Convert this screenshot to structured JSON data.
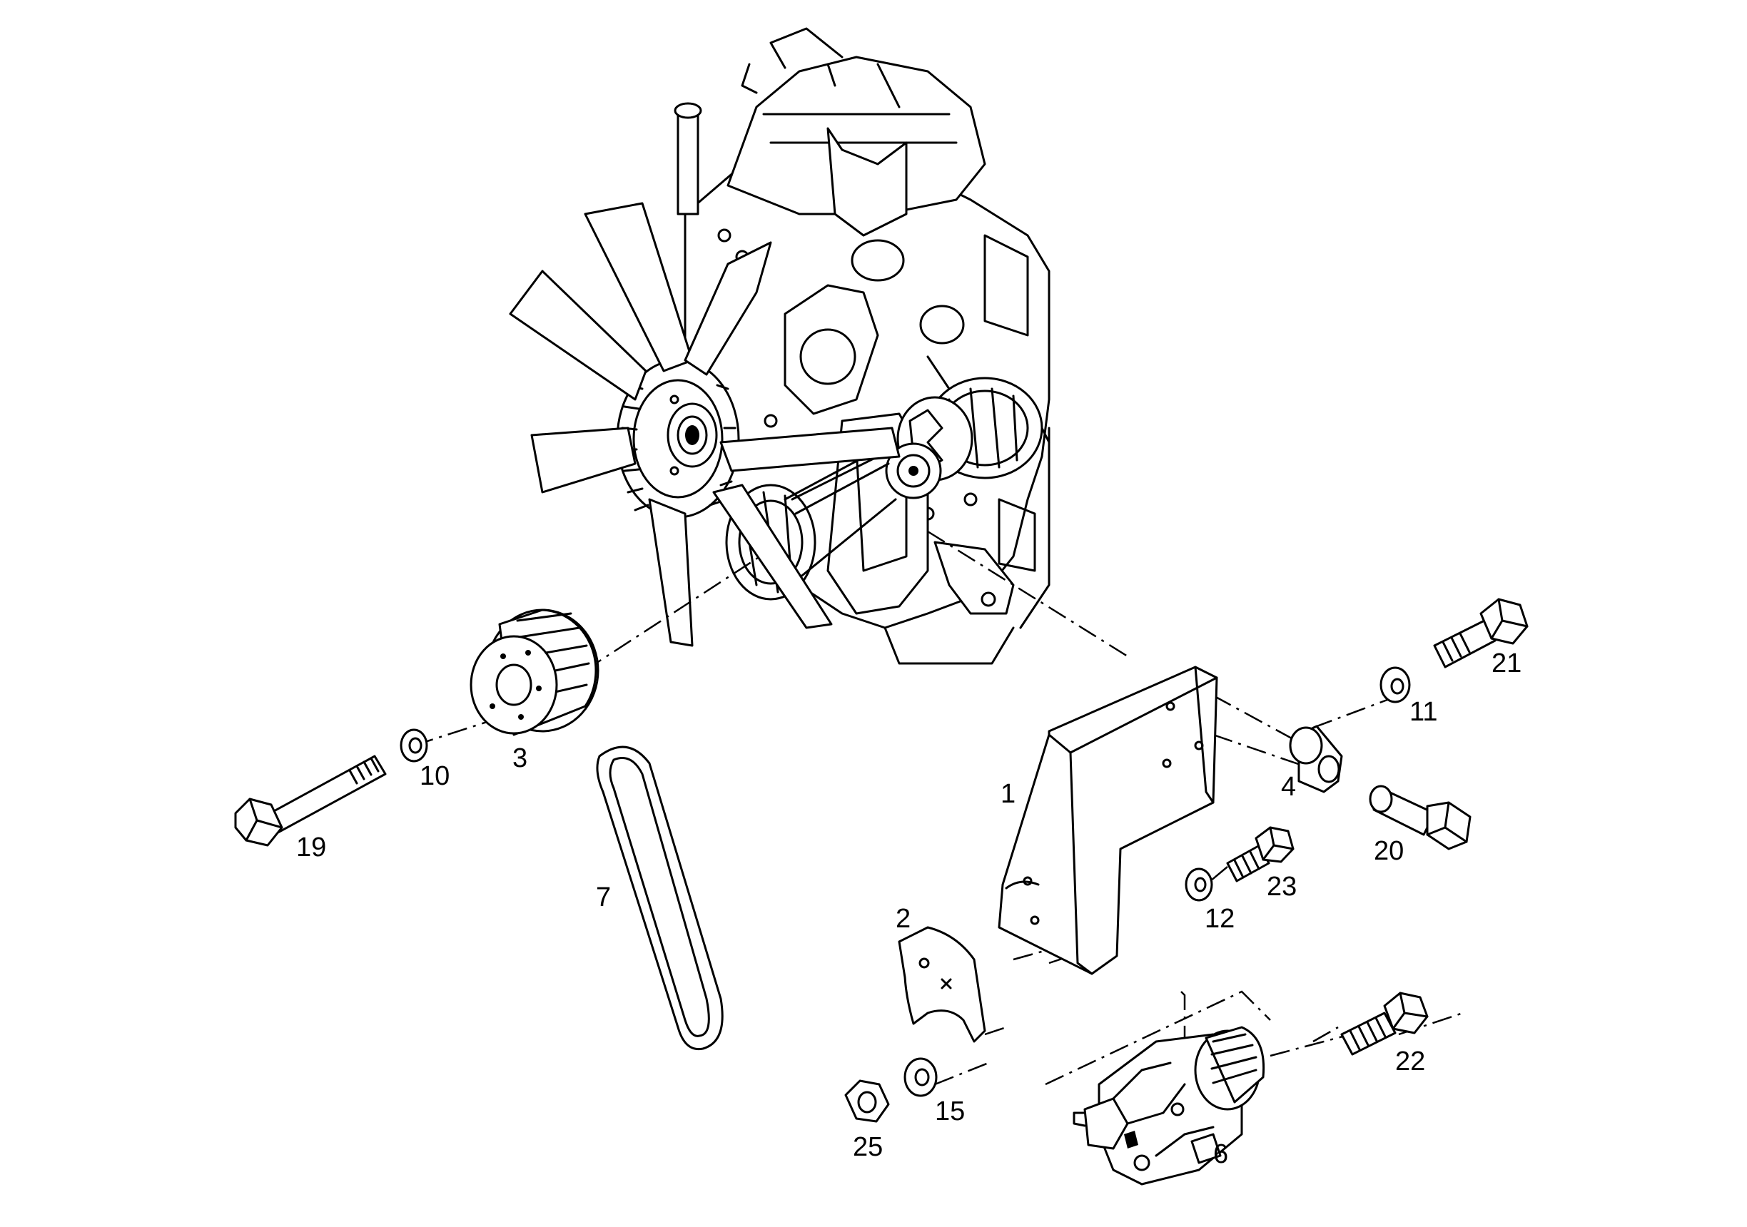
{
  "diagram": {
    "parts": [
      {
        "key": "p1",
        "label": "1",
        "name": "mounting-bracket"
      },
      {
        "key": "p2",
        "label": "2",
        "name": "support-plate"
      },
      {
        "key": "p3",
        "label": "3",
        "name": "crankshaft-pulley"
      },
      {
        "key": "p4",
        "label": "4",
        "name": "spacer-bushing"
      },
      {
        "key": "p6",
        "label": "6",
        "name": "alternator"
      },
      {
        "key": "p7",
        "label": "7",
        "name": "v-belt"
      },
      {
        "key": "p10",
        "label": "10",
        "name": "washer"
      },
      {
        "key": "p11",
        "label": "11",
        "name": "washer"
      },
      {
        "key": "p12",
        "label": "12",
        "name": "washer"
      },
      {
        "key": "p15",
        "label": "15",
        "name": "washer"
      },
      {
        "key": "p19",
        "label": "19",
        "name": "long-bolt"
      },
      {
        "key": "p20",
        "label": "20",
        "name": "bolt"
      },
      {
        "key": "p21",
        "label": "21",
        "name": "bolt"
      },
      {
        "key": "p22",
        "label": "22",
        "name": "bolt"
      },
      {
        "key": "p23",
        "label": "23",
        "name": "bolt"
      },
      {
        "key": "p25",
        "label": "25",
        "name": "hex-nut"
      }
    ],
    "labels": {
      "p1": "1",
      "p2": "2",
      "p3": "3",
      "p4": "4",
      "p6": "6",
      "p7": "7",
      "p10": "10",
      "p11": "11",
      "p12": "12",
      "p15": "15",
      "p19": "19",
      "p20": "20",
      "p21": "21",
      "p22": "22",
      "p23": "23",
      "p25": "25"
    }
  }
}
